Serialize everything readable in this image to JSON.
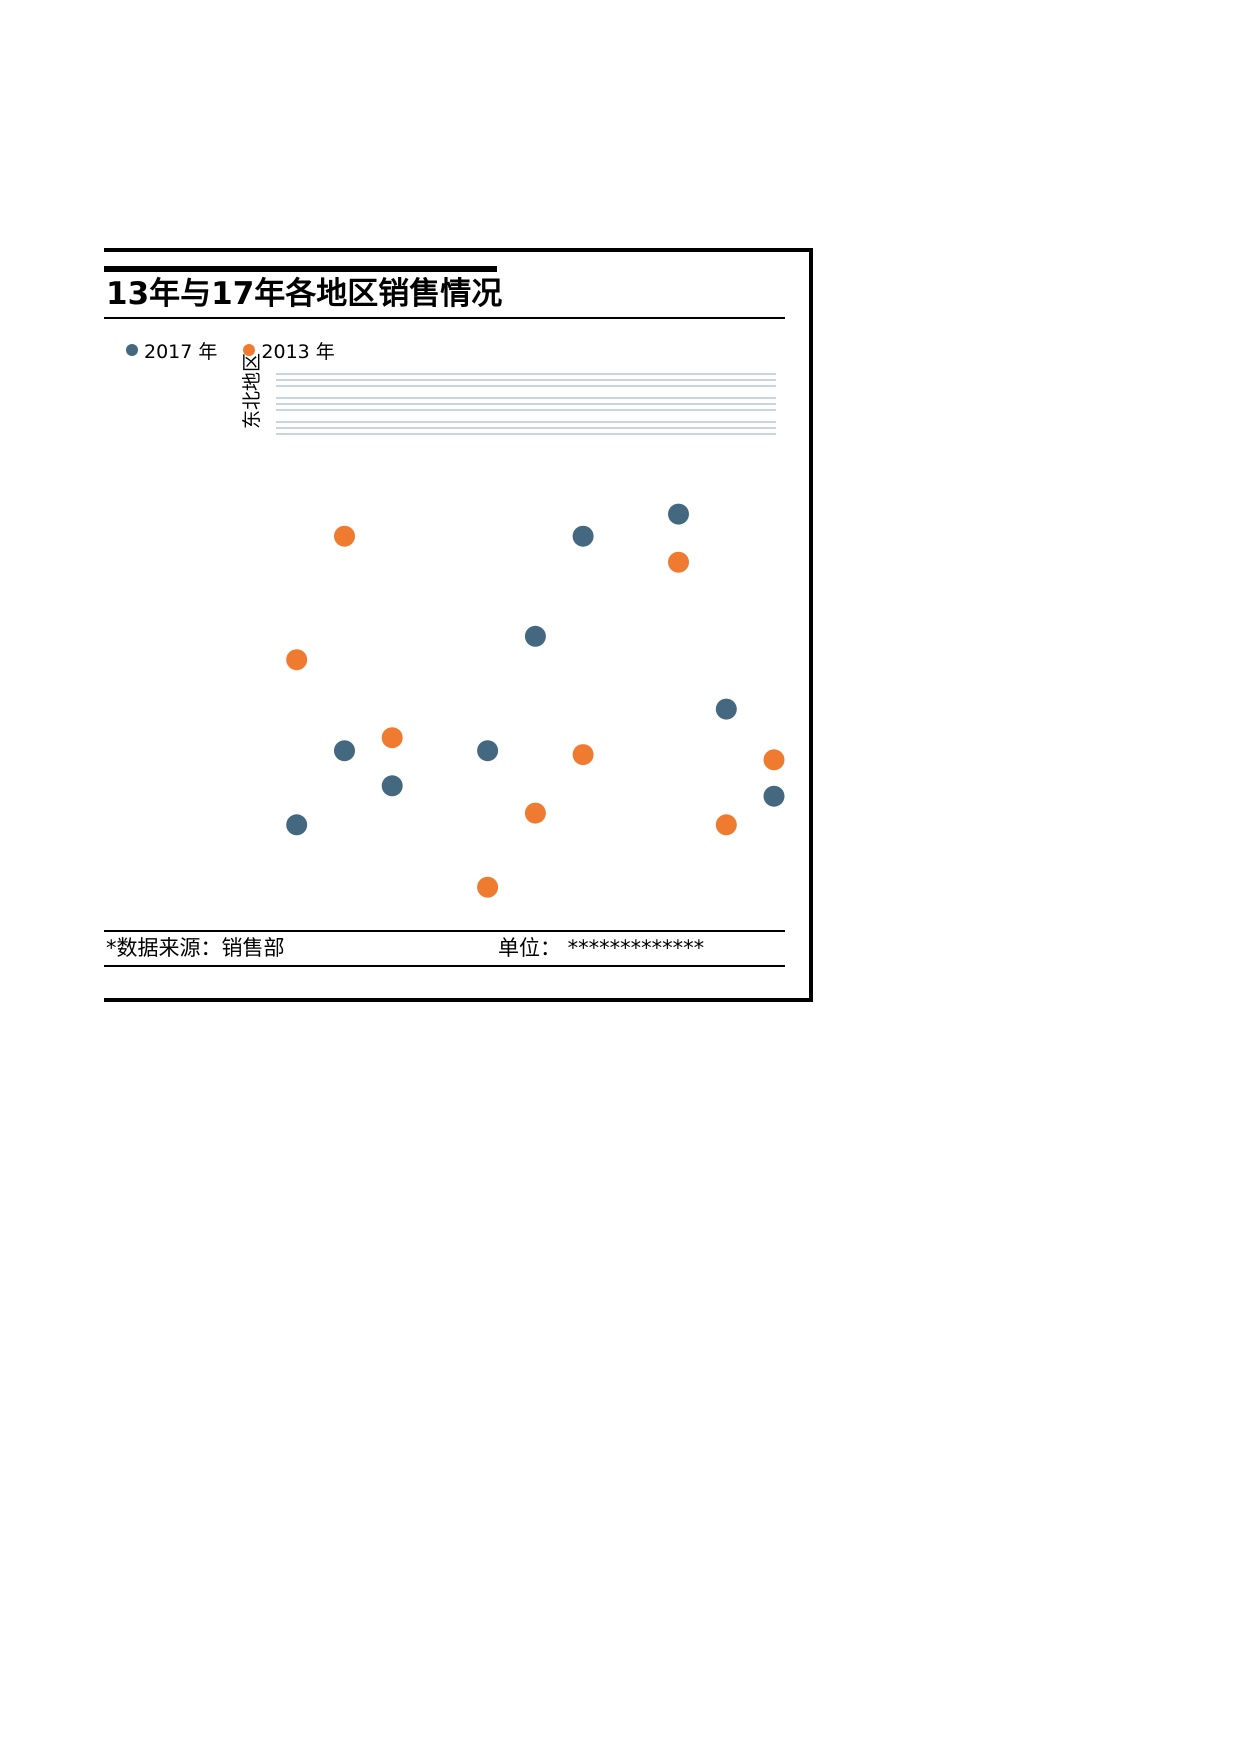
{
  "chart_data": {
    "type": "scatter",
    "title": "13年与17年各地区销售情况",
    "ylabel": "东北地区",
    "xlabel": "",
    "series": [
      {
        "name": "2017 年",
        "color": "#44687f",
        "points": [
          {
            "x": 1,
            "y": 64
          },
          {
            "x": 2,
            "y": 121
          },
          {
            "x": 3,
            "y": 94
          },
          {
            "x": 5,
            "y": 121
          },
          {
            "x": 6,
            "y": 209
          },
          {
            "x": 7,
            "y": 286
          },
          {
            "x": 9,
            "y": 303
          },
          {
            "x": 10,
            "y": 153
          },
          {
            "x": 11,
            "y": 86
          }
        ]
      },
      {
        "name": "2013 年",
        "color": "#ee7b30",
        "points": [
          {
            "x": 1,
            "y": 191
          },
          {
            "x": 2,
            "y": 286
          },
          {
            "x": 3,
            "y": 131
          },
          {
            "x": 5,
            "y": 16
          },
          {
            "x": 6,
            "y": 73
          },
          {
            "x": 7,
            "y": 118
          },
          {
            "x": 9,
            "y": 266
          },
          {
            "x": 10,
            "y": 64
          },
          {
            "x": 11,
            "y": 114
          }
        ]
      }
    ],
    "xlim": [
      0,
      11
    ],
    "ylim": [
      0,
      480
    ],
    "gridline_color": "#c8d4e0",
    "legend_position": "top-left"
  },
  "footer": {
    "source": "*数据来源：销售部",
    "unit": "单位：  *************"
  }
}
